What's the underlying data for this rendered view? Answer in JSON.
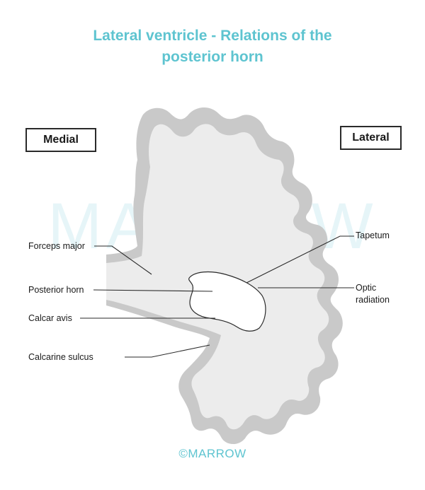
{
  "title": {
    "line1": "Lateral ventricle - Relations of the",
    "line2": "posterior horn"
  },
  "orientation": {
    "medial": "Medial",
    "lateral": "Lateral"
  },
  "labels": {
    "forceps_major": "Forceps major",
    "posterior_horn": "Posterior horn",
    "calcar_avis": "Calcar avis",
    "calcarine_sulcus": "Calcarine sulcus",
    "tapetum": "Tapetum",
    "optic_radiation_line1": "Optic",
    "optic_radiation_line2": "radiation"
  },
  "watermark": "MARROW",
  "copyright": "©MARROW",
  "colors": {
    "title": "#5ec4d0",
    "gray_matter": "#c9c9c9",
    "white_matter": "#ececec",
    "ventricle": "#ffffff",
    "outline": "#2a2a2a"
  }
}
